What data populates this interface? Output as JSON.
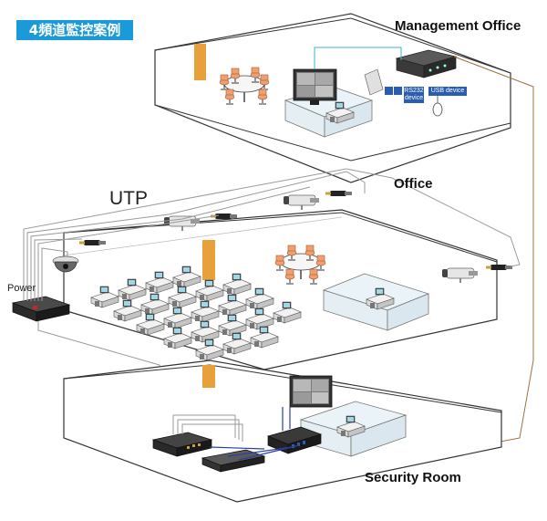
{
  "badge": {
    "title": "4頻道監控案例",
    "color": "#1a9ad9"
  },
  "floors": {
    "management": {
      "label": "Management Office"
    },
    "office": {
      "label": "Office"
    },
    "security": {
      "label": "Security Room"
    }
  },
  "labels": {
    "utp": "UTP",
    "power": "Power",
    "rs232_line1": "RS232",
    "rs232_line2": "device",
    "usb": "USB device"
  },
  "colors": {
    "floor_outline": "#333333",
    "cable": "#9a9a9a",
    "return_cable": "#a0703c",
    "door": "#e8a13a",
    "monitor_link": "#3bb3d6",
    "video_link": "#2a3fa0"
  }
}
